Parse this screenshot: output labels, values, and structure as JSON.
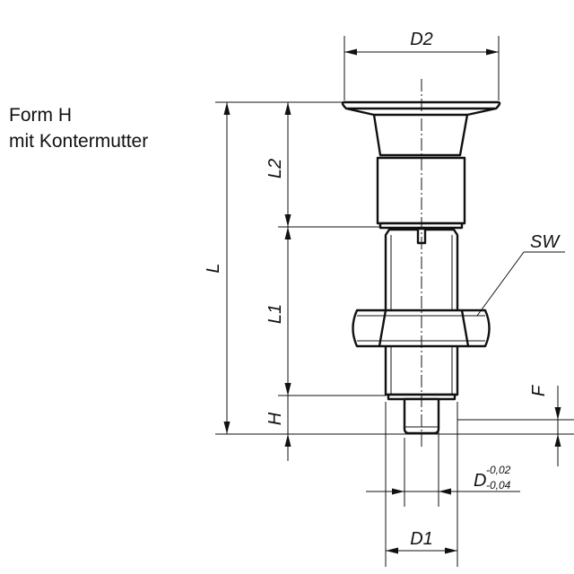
{
  "caption": {
    "line1": "Form H",
    "line2": "mit Kontermutter"
  },
  "dimensions": {
    "d2": "D2",
    "l": "L",
    "l2": "L2",
    "l1": "L1",
    "h": "H",
    "sw": "SW",
    "f": "F",
    "d": "D",
    "d_tol_upper": "-0,02",
    "d_tol_lower": "-0,04",
    "d1": "D1"
  },
  "colors": {
    "line": "#111111",
    "background": "#ffffff"
  }
}
